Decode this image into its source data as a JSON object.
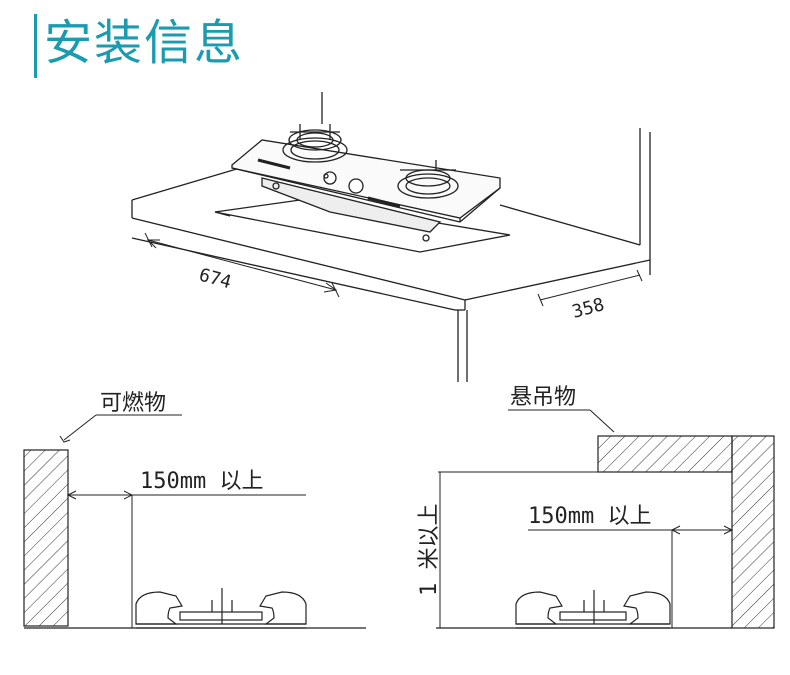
{
  "title": "安装信息",
  "colors": {
    "accent": "#1a9bb0",
    "line": "#222222"
  },
  "top_diagram": {
    "width_mm": "674",
    "depth_mm": "358"
  },
  "left_diagram": {
    "label": "可燃物",
    "clearance": "150mm 以上"
  },
  "right_diagram": {
    "label": "悬吊物",
    "clearance": "150mm 以上",
    "height": "1 米以上"
  }
}
